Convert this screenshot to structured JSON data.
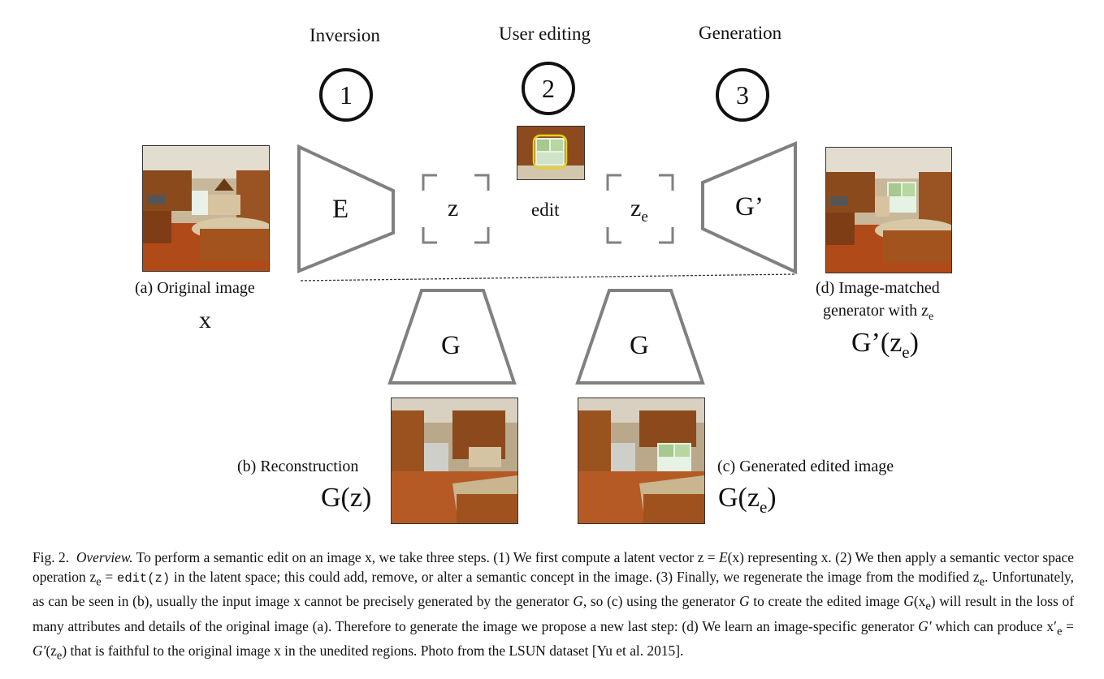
{
  "steps": [
    {
      "number": "1",
      "title": "Inversion"
    },
    {
      "number": "2",
      "title": "User editing"
    },
    {
      "number": "3",
      "title": "Generation"
    }
  ],
  "blocks": {
    "encoder": "E",
    "generator_prime": "G’",
    "generator_left": "G",
    "generator_right": "G",
    "latent_z": "z",
    "latent_ze_base": "z",
    "latent_ze_sub": "e",
    "edit": "edit"
  },
  "panels": {
    "a_label": "(a) Original image",
    "a_symbol": "x",
    "b_label": "(b) Reconstruction",
    "b_symbol": "G(z)",
    "c_label": "(c) Generated edited image",
    "c_symbol_base": "G(z",
    "c_symbol_sub": "e",
    "c_symbol_end": ")",
    "d_label_line1": "(d) Image-matched",
    "d_label_line2_base": "generator with z",
    "d_label_line2_sub": "e",
    "d_symbol_base": "G’(z",
    "d_symbol_sub": "e",
    "d_symbol_end": ")"
  },
  "caption": {
    "fig": "Fig. 2.",
    "title": "Overview.",
    "s1": "To perform a semantic edit on an image x, we take three steps. (1) We first compute a latent vector z = ",
    "s2": "E",
    "s3": "(x) representing x. (2) We then apply a semantic vector space operation z",
    "s4": "e",
    "s5": " = ",
    "s6": "edit(z)",
    "s7": " in the latent space; this could add, remove, or alter a semantic concept in the image. (3) Finally, we regenerate the image from the modified z",
    "s8": "e",
    "s9": ". Unfortunately, as can be seen in (b), usually the input image x cannot be precisely generated by the generator ",
    "s10": "G",
    "s11": ", so (c) using the generator ",
    "s12": "G",
    "s13": " to create the edited image ",
    "s14": "G",
    "s15": "(x",
    "s16": "e",
    "s17": ") will result in the loss of many attributes and details of the original image (a). Therefore to generate the image we propose a new last step: (d) We learn an image-specific generator ",
    "s18": "G′",
    "s19": " which can produce x′",
    "s20": "e",
    "s21": " = ",
    "s22": "G′",
    "s23": "(z",
    "s24": "e",
    "s25": ") that is faithful to the original image x in the unedited regions. Photo from the LSUN dataset [Yu et al. 2015]."
  },
  "colors": {
    "block_stroke": "#808080",
    "edit_highlight": "#e6d21c",
    "wood": "#a0501c",
    "floor": "#b04a18"
  }
}
